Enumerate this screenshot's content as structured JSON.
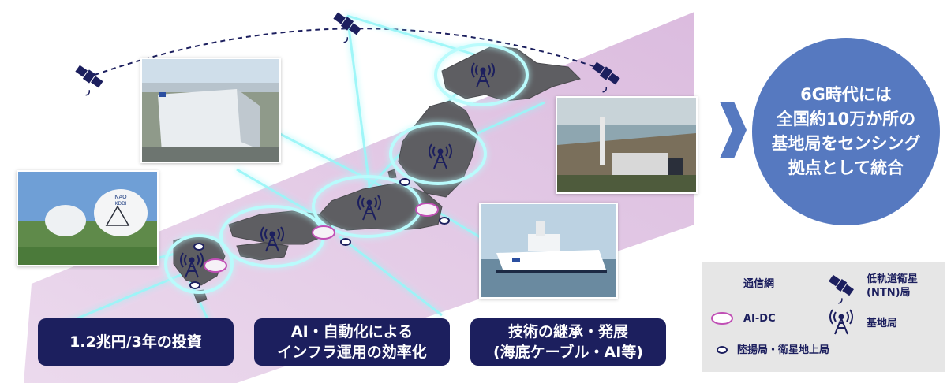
{
  "boxes": {
    "investment": "1.2兆円/3年の投資",
    "ai_line1": "AI・自動化による",
    "ai_line2": "インフラ運用の効率化",
    "tech_line1": "技術の継承・発展",
    "tech_line2": "(海底ケーブル・AI等)"
  },
  "conclusion": {
    "line1": "6G時代には",
    "line2": "全国約10万か所の",
    "line3": "基地局をセンシング",
    "line4": "拠点として統合"
  },
  "legend": {
    "network": "通信網",
    "ai_dc": "AI-DC",
    "landing": "陸揚局・衛星地上局",
    "leo_line1": "低軌道衛星",
    "leo_line2": "(NTN)局",
    "base_station": "基地局"
  },
  "photos": {
    "antenna_logo_line1": "NAO",
    "antenna_logo_line2": "KDDI"
  },
  "colors": {
    "navy": "#1c1f5e",
    "band": "#d9b8dd",
    "glow": "#7ff3f6",
    "ai_dc": "#c04fb5",
    "circle": "#5679c0",
    "legend_bg": "#e6e6e6",
    "japan": "#5e5e62"
  },
  "icons": [
    "satellite-icon",
    "antenna-tower-icon",
    "chevron-right-icon"
  ]
}
